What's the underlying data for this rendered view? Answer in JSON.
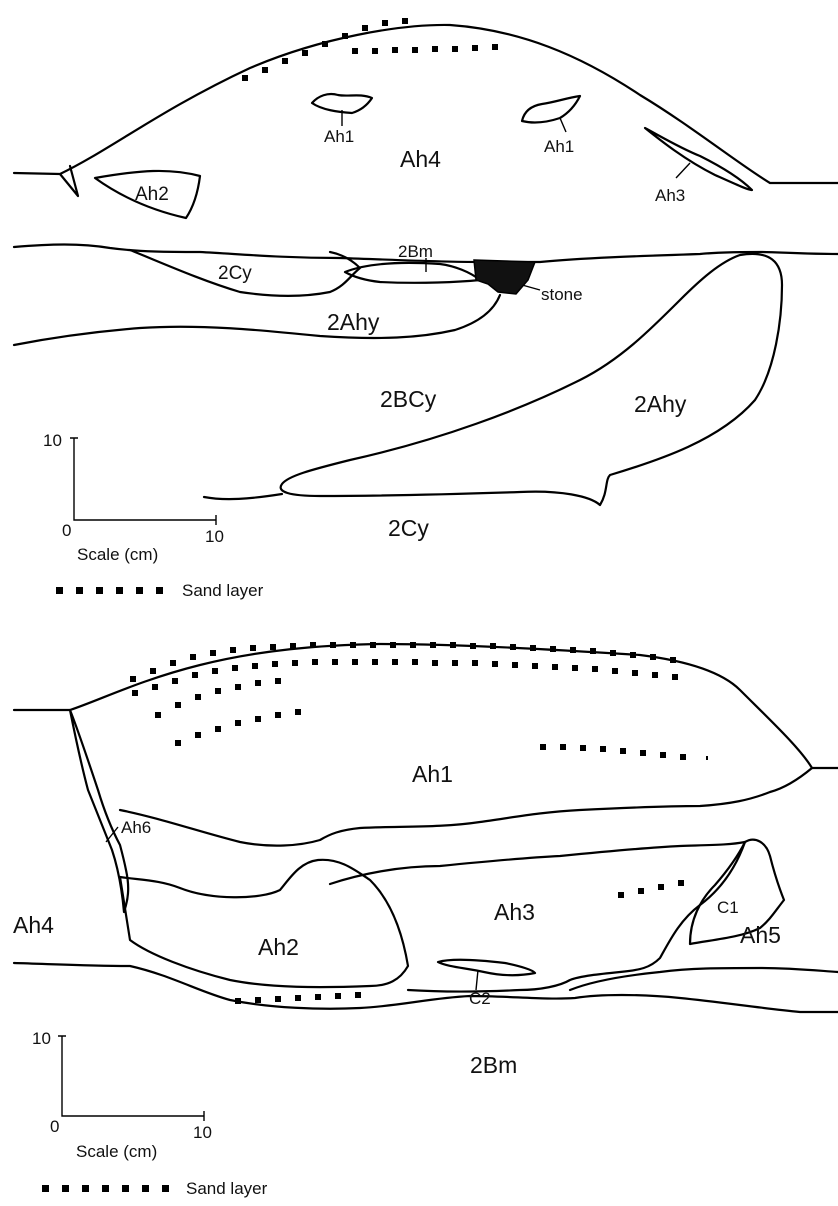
{
  "top_diagram": {
    "horizons": {
      "ah4": "Ah4",
      "ah1_left": "Ah1",
      "ah1_right": "Ah1",
      "ah2": "Ah2",
      "ah3": "Ah3",
      "bm2": "2Bm",
      "cy2_upper": "2Cy",
      "stone": "stone",
      "ahy2_left": "2Ahy",
      "bcy2": "2BCy",
      "ahy2_right": "2Ahy",
      "cy2_lower": "2Cy"
    },
    "scale": {
      "y_tick": "10",
      "origin": "0",
      "x_tick": "10",
      "label": "Scale (cm)"
    },
    "legend": {
      "sand": "Sand layer"
    }
  },
  "bottom_diagram": {
    "horizons": {
      "ah1": "Ah1",
      "ah6": "Ah6",
      "ah4": "Ah4",
      "ah2": "Ah2",
      "ah3": "Ah3",
      "c1": "C1",
      "ah5": "Ah5",
      "c2": "C2",
      "bm2": "2Bm"
    },
    "scale": {
      "y_tick": "10",
      "origin": "0",
      "x_tick": "10",
      "label": "Scale (cm)"
    },
    "legend": {
      "sand": "Sand layer"
    }
  },
  "colors": {
    "line": "#000000",
    "stone_fill": "#111111",
    "background": "#ffffff"
  }
}
